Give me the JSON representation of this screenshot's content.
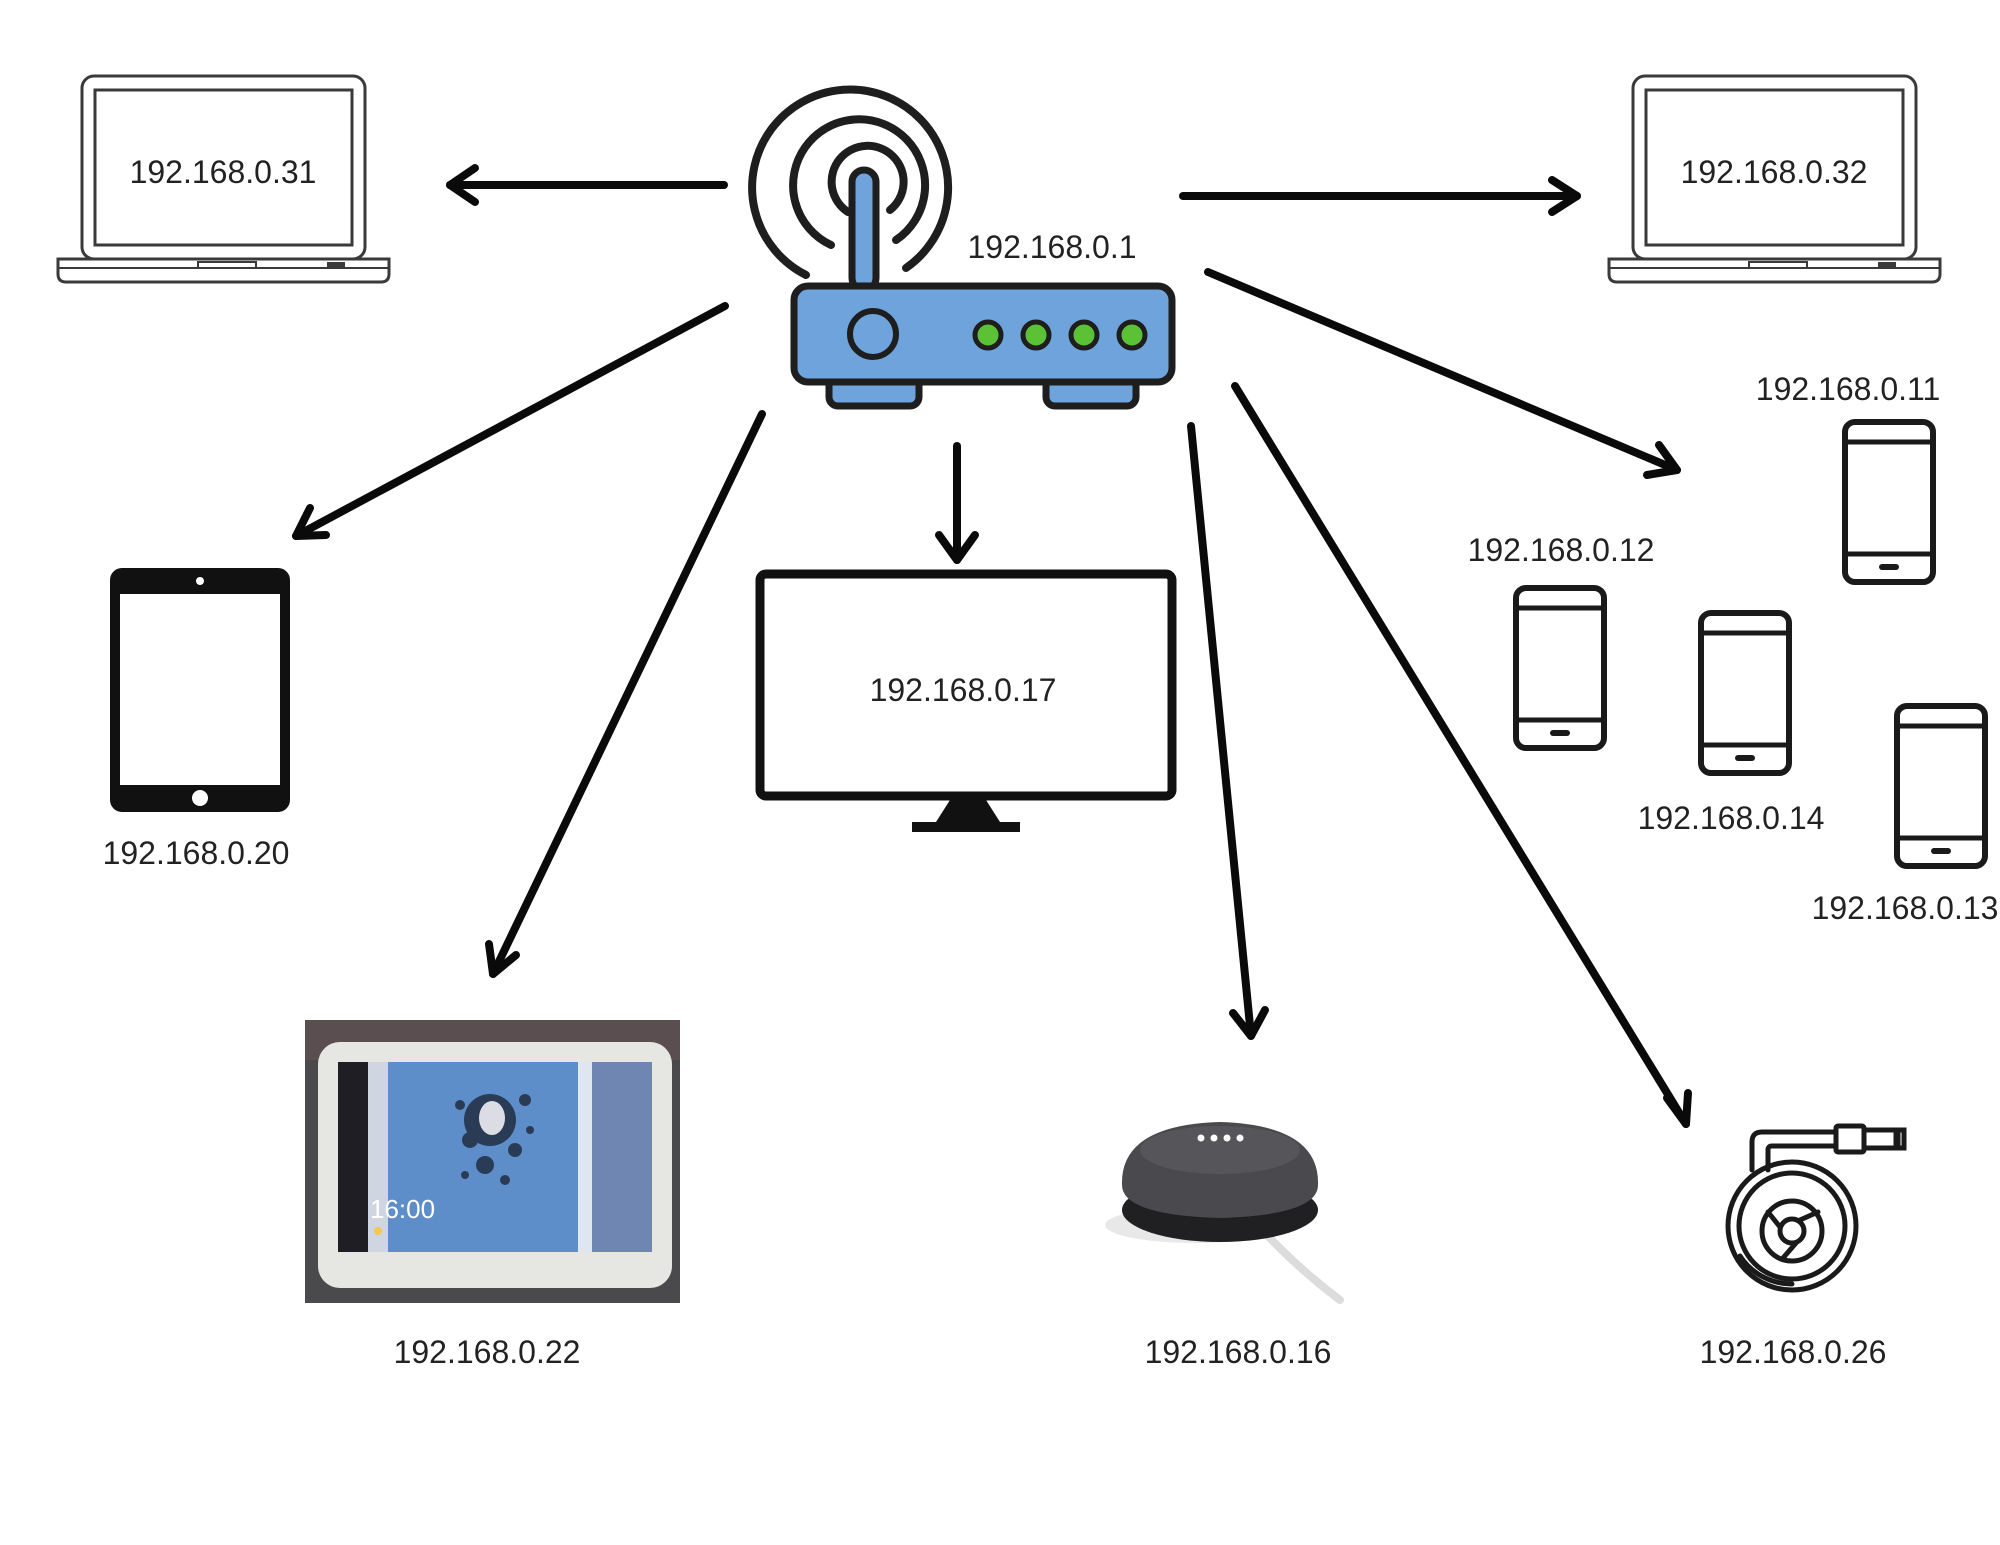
{
  "router": {
    "label": "192.168.0.1",
    "icon": "wifi-router-icon"
  },
  "devices": {
    "laptop_left": {
      "label": "192.168.0.31",
      "icon": "laptop-icon"
    },
    "laptop_right": {
      "label": "192.168.0.32",
      "icon": "laptop-icon"
    },
    "tablet": {
      "label": "192.168.0.20",
      "icon": "tablet-icon"
    },
    "tv": {
      "label": "192.168.0.17",
      "icon": "monitor-icon"
    },
    "phone_11": {
      "label": "192.168.0.11",
      "icon": "smartphone-icon"
    },
    "phone_12": {
      "label": "192.168.0.12",
      "icon": "smartphone-icon"
    },
    "phone_13": {
      "label": "192.168.0.13",
      "icon": "smartphone-icon"
    },
    "phone_14": {
      "label": "192.168.0.14",
      "icon": "smartphone-icon"
    },
    "nest_hub": {
      "label": "192.168.0.22",
      "icon": "smart-display-photo",
      "screen_time": "16:00"
    },
    "home_mini": {
      "label": "192.168.0.16",
      "icon": "smart-speaker-photo"
    },
    "chromecast": {
      "label": "192.168.0.26",
      "icon": "chromecast-icon"
    }
  },
  "colors": {
    "router_body": "#6fa3db",
    "router_leds": "#5bc236",
    "stroke": "#1a1a1a",
    "background": "#ffffff"
  }
}
